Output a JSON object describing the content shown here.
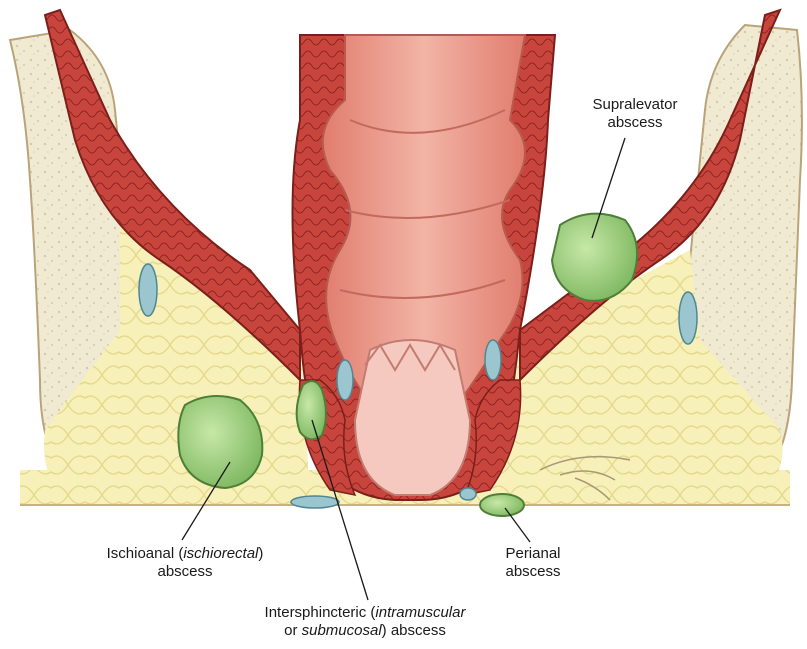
{
  "labels": {
    "supralevator": {
      "line1": "Supralevator",
      "line2": "abscess"
    },
    "ischioanal": {
      "pre": "Ischioanal (",
      "italic": "ischiorectal",
      "post": ")",
      "line2": "abscess"
    },
    "perianal": {
      "line1": "Perianal",
      "line2": "abscess"
    },
    "intersphincteric": {
      "pre": "Intersphincteric (",
      "italic1": "intramuscular",
      "line2_pre": "or ",
      "italic2": "submucosal",
      "line2_post": ") abscess"
    }
  },
  "colors": {
    "muscle": "#c8453e",
    "rectum_wall": "#e58a7c",
    "rectum_lumen": "#f0b1a2",
    "anal_canal": "#f6c9c0",
    "fat": "#f6efb6",
    "bone": "#f3ecd6",
    "abscess": "#9ccf7c",
    "vessel": "#9cc6cf"
  }
}
